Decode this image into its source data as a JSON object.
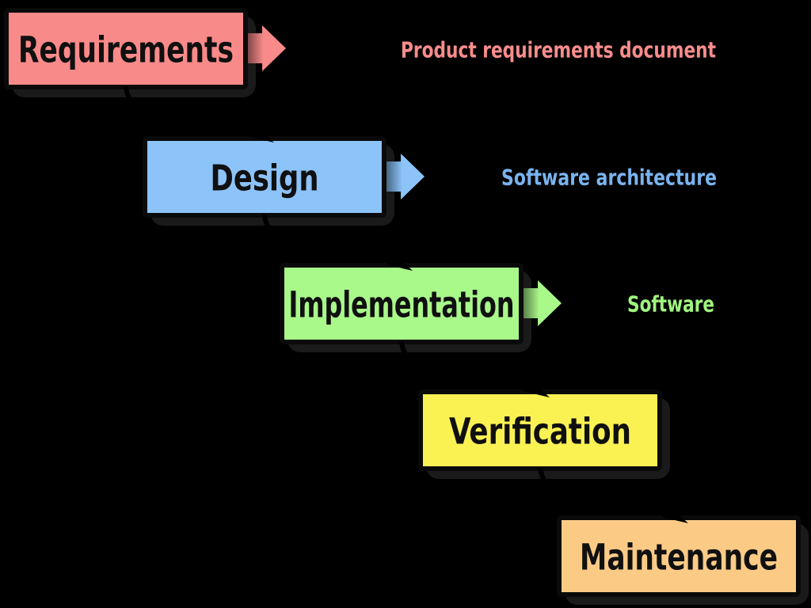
{
  "canvas": {
    "background": "#000000",
    "shadow_color": "#1a1a1a",
    "outline_color": "#0a0a0a",
    "connector_color": "#000000",
    "title_color": "#101010"
  },
  "stages": [
    {
      "name": "Requirements",
      "fill": "#F98A8A",
      "artifact": "Product requirements document",
      "artifact_color": "#F98C8C"
    },
    {
      "name": "Design",
      "fill": "#8CC3F9",
      "artifact": "Software architecture",
      "artifact_color": "#7AB3EF"
    },
    {
      "name": "Implementation",
      "fill": "#A9F88A",
      "artifact": "Software",
      "artifact_color": "#A0F47F"
    },
    {
      "name": "Verification",
      "fill": "#FAF253"
    },
    {
      "name": "Maintenance",
      "fill": "#FBCB86"
    }
  ]
}
